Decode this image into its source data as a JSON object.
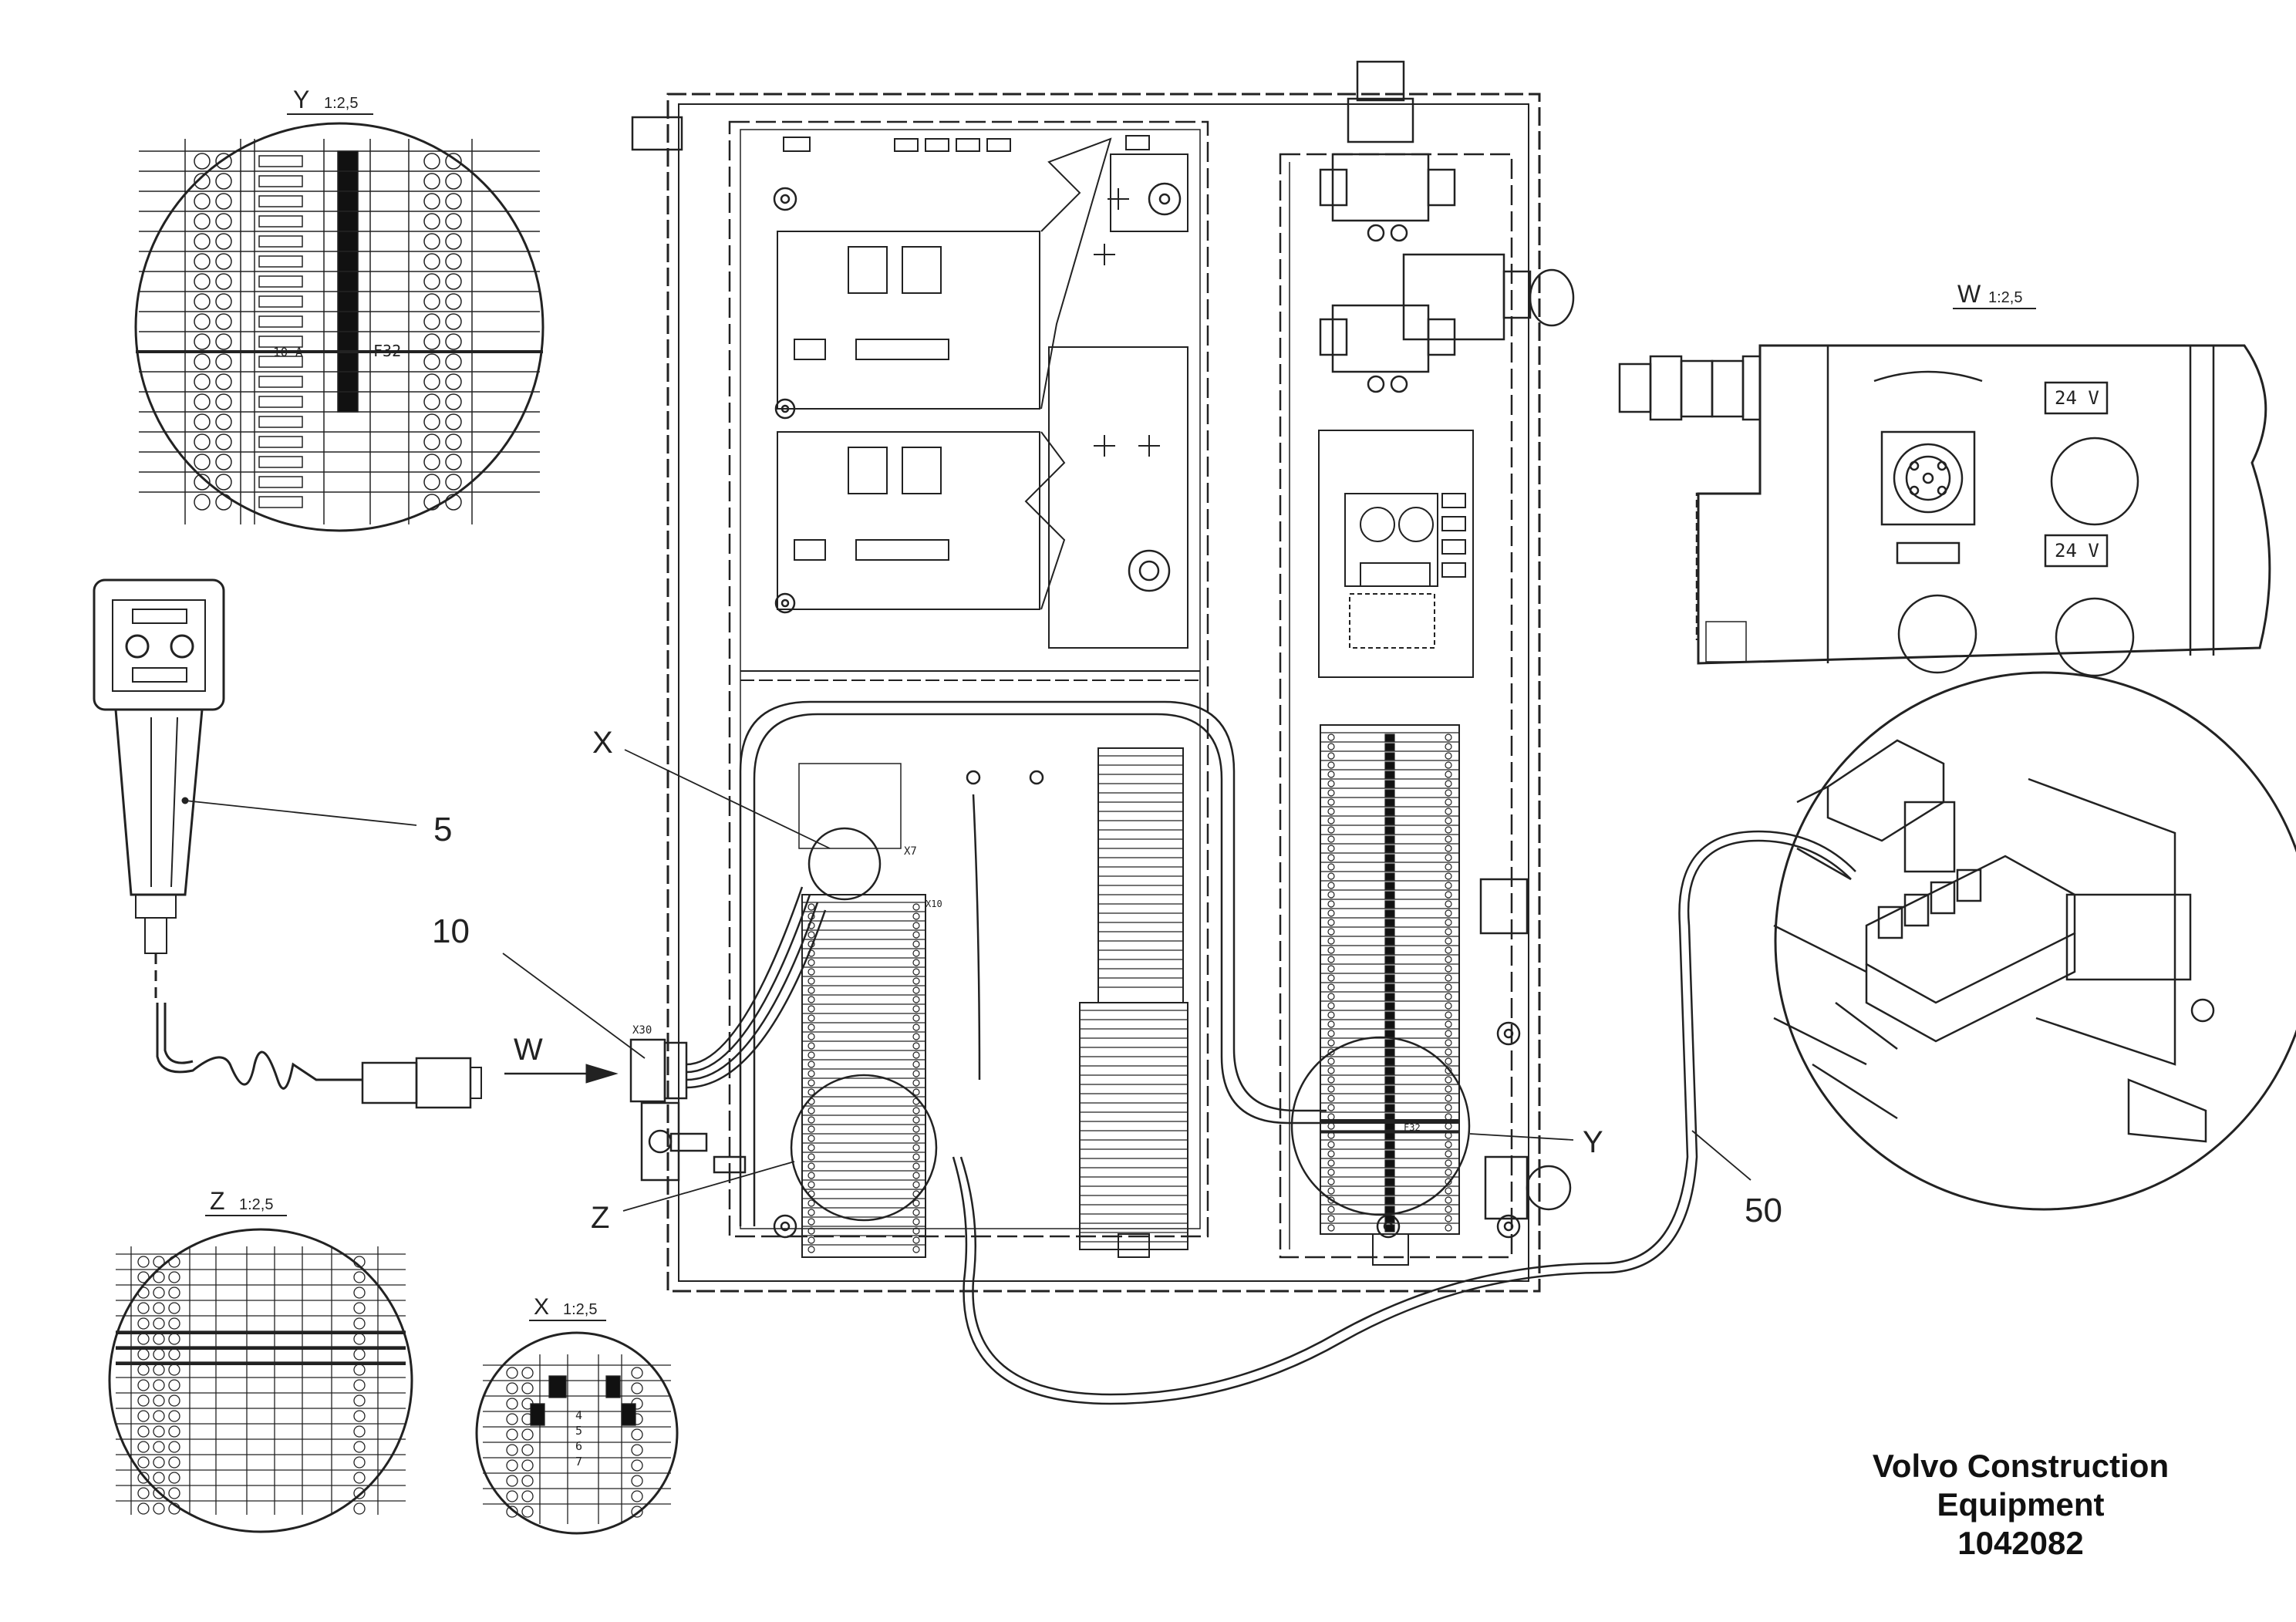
{
  "callouts": {
    "item_5": "5",
    "item_10": "10",
    "item_50": "50",
    "ref_x": "X",
    "ref_y": "Y",
    "ref_z": "Z",
    "arrow_w": "W"
  },
  "details": {
    "y": {
      "letter": "Y",
      "scale": "1:2,5",
      "fuse_rating": "10 A",
      "fuse_id": "F32"
    },
    "w": {
      "letter": "W",
      "scale": "1:2,5",
      "voltage_top": "24 V",
      "voltage_bottom": "24 V"
    },
    "z": {
      "letter": "Z",
      "scale": "1:2,5"
    },
    "x": {
      "letter": "X",
      "scale": "1:2,5",
      "terminals": [
        "4",
        "5",
        "6",
        "7"
      ]
    }
  },
  "cabinet": {
    "x7": "X7",
    "x10": "X10",
    "x30": "X30",
    "f32": "F32"
  },
  "footer": {
    "line1": "Volvo Construction",
    "line2": "Equipment",
    "line3": "1042082"
  }
}
